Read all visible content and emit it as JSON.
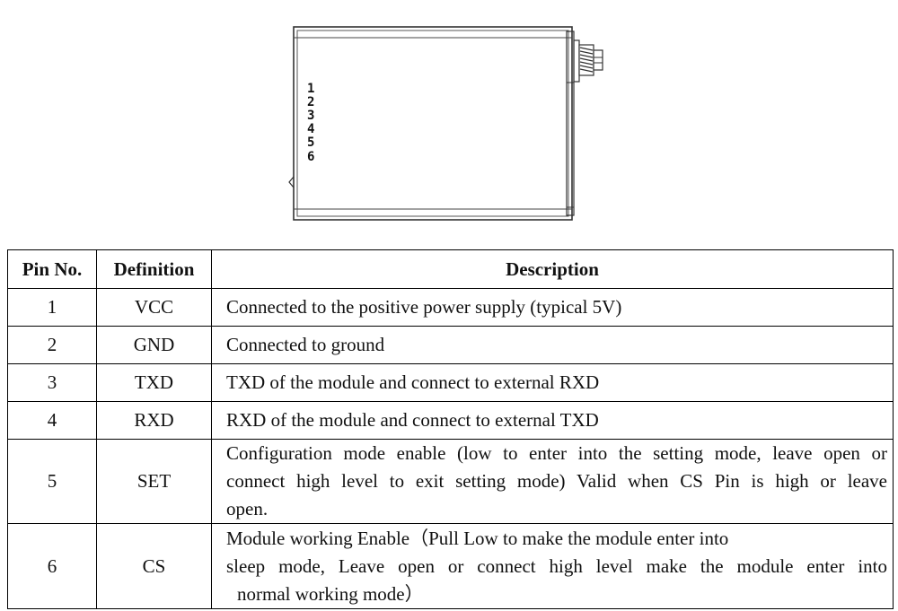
{
  "figure": {
    "pin_numbers": [
      "1",
      "2",
      "3",
      "4",
      "5",
      "6"
    ]
  },
  "table": {
    "headers": {
      "pin_no": "Pin No.",
      "definition": "Definition",
      "description": "Description"
    },
    "rows": [
      {
        "pin": "1",
        "definition": "VCC",
        "description": [
          "Connected to the positive power supply (typical 5V)"
        ]
      },
      {
        "pin": "2",
        "definition": "GND",
        "description": [
          "Connected to ground"
        ]
      },
      {
        "pin": "3",
        "definition": "TXD",
        "description": [
          "TXD of the module and connect to external RXD"
        ]
      },
      {
        "pin": "4",
        "definition": "RXD",
        "description": [
          "RXD of the module and connect to external TXD"
        ]
      },
      {
        "pin": "5",
        "definition": "SET",
        "description": [
          "Configuration mode enable (low to enter into the setting mode, leave open or",
          "connect high level to exit setting mode) Valid when CS Pin is high or leave",
          "open."
        ]
      },
      {
        "pin": "6",
        "definition": "CS",
        "description": [
          "Module working Enable（Pull Low to make the module enter into",
          "sleep mode, Leave open or connect high level make the module enter into",
          "normal working mode）"
        ]
      }
    ]
  }
}
